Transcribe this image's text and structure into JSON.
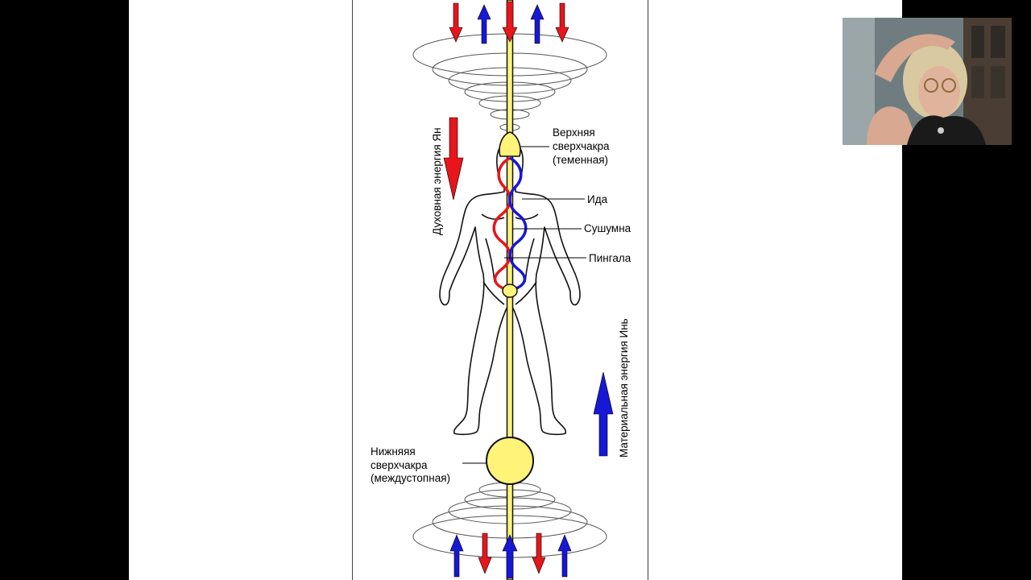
{
  "labels": {
    "upper_chakra": [
      "Верхняя",
      "сверхчакра",
      "(теменная)"
    ],
    "ida": "Ида",
    "sushumna": "Сушумна",
    "pingala": "Пингала",
    "lower_chakra": [
      "Нижняяя",
      "сверхчакра",
      "(междустопная)"
    ],
    "yang": "Духовная энергия Ян",
    "yin": "Материальная энергия Инь"
  },
  "colors": {
    "yang_red": "#e8151b",
    "yin_blue": "#1717d6",
    "chakra_yellow": "#fff37a",
    "slide_bg": "#ffffff",
    "letterbox": "#000000"
  },
  "top_arrows": [
    "down",
    "up",
    "down",
    "up",
    "down"
  ],
  "bottom_arrows": [
    "up",
    "down",
    "up",
    "down",
    "up"
  ],
  "webcam": {
    "icon": "presenter-video-icon"
  }
}
